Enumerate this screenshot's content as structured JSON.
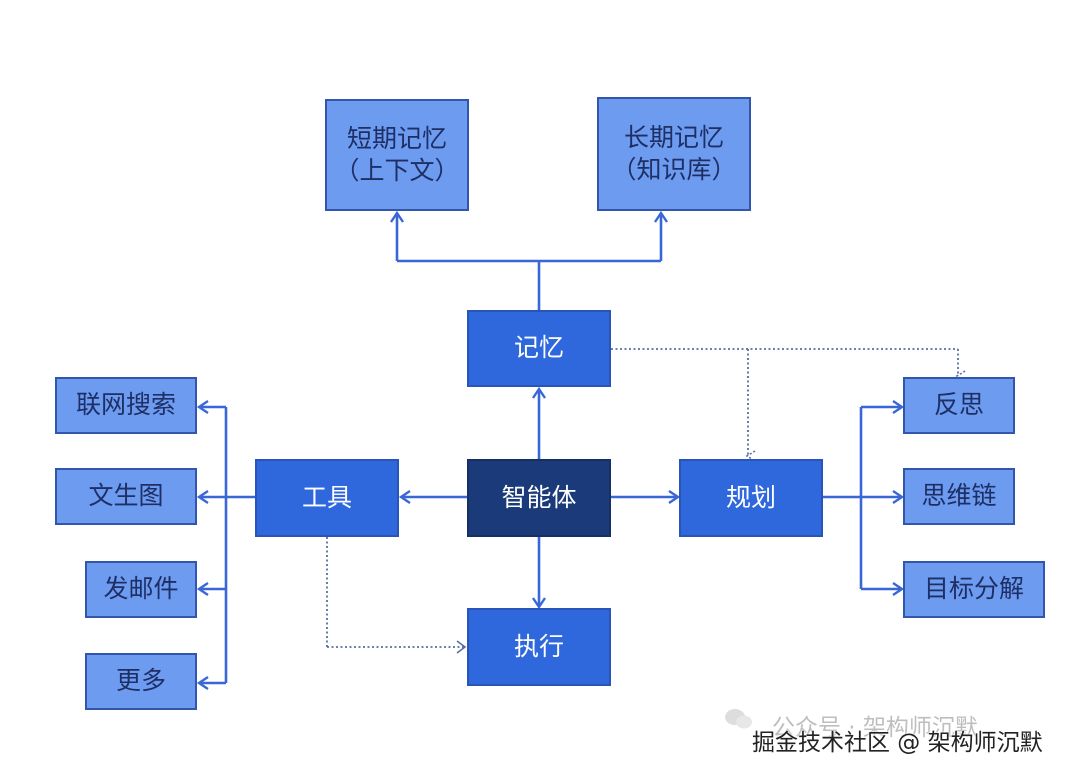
{
  "nodes": {
    "short_memory": {
      "line1": "短期记忆",
      "line2": "（上下文）"
    },
    "long_memory": {
      "line1": "长期记忆",
      "line2": "（知识库）"
    },
    "memory": "记忆",
    "agent": "智能体",
    "tools": "工具",
    "planning": "规划",
    "execution": "执行",
    "web_search": "联网搜索",
    "text_to_image": "文生图",
    "send_email": "发邮件",
    "more": "更多",
    "reflection": "反思",
    "chain_of_thought": "思维链",
    "goal_decomposition": "目标分解"
  },
  "watermark": {
    "line1": "公众号 · 架构师沉默",
    "line2": "掘金技术社区 @ 架构师沉默"
  },
  "colors": {
    "arrow": "#3a67d6",
    "dotted": "#5a6fa0",
    "light_box": "#6d9bef",
    "mid_box": "#2f68dc",
    "dark_box": "#1b3a7a"
  }
}
